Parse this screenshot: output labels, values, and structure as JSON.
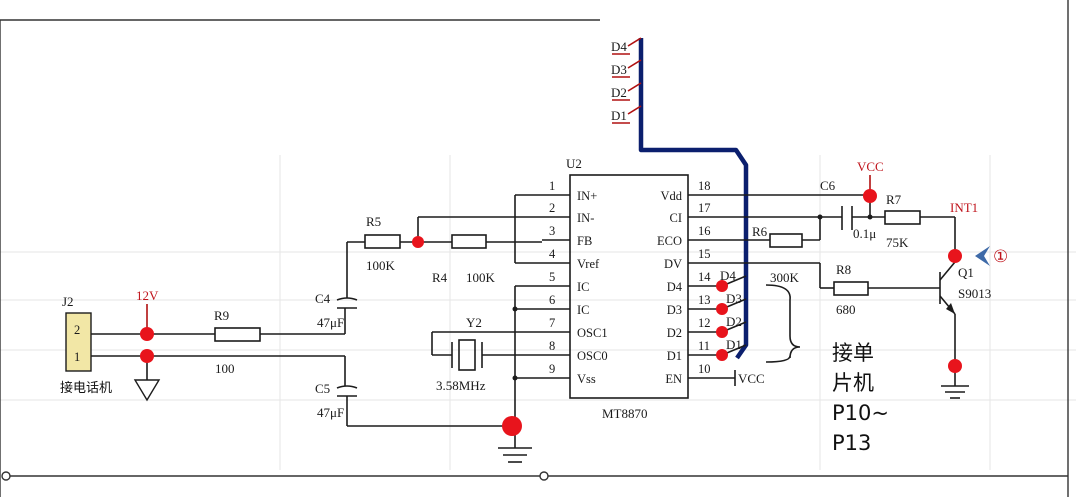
{
  "components": {
    "u2": {
      "ref": "U2",
      "part": "MT8870",
      "left_pins": [
        {
          "num": "1",
          "name": "IN+"
        },
        {
          "num": "2",
          "name": "IN-"
        },
        {
          "num": "3",
          "name": "FB"
        },
        {
          "num": "4",
          "name": "Vref"
        },
        {
          "num": "5",
          "name": "IC"
        },
        {
          "num": "6",
          "name": "IC"
        },
        {
          "num": "7",
          "name": "OSC1"
        },
        {
          "num": "8",
          "name": "OSC0"
        },
        {
          "num": "9",
          "name": "Vss"
        }
      ],
      "right_pins": [
        {
          "num": "18",
          "name": "Vdd"
        },
        {
          "num": "17",
          "name": "CI"
        },
        {
          "num": "16",
          "name": "ECO"
        },
        {
          "num": "15",
          "name": "DV"
        },
        {
          "num": "14",
          "name": "D4"
        },
        {
          "num": "13",
          "name": "D3"
        },
        {
          "num": "12",
          "name": "D2"
        },
        {
          "num": "11",
          "name": "D1"
        },
        {
          "num": "10",
          "name": "EN"
        }
      ]
    },
    "r5": {
      "ref": "R5",
      "value": "100K"
    },
    "r4": {
      "ref": "R4",
      "value": "100K"
    },
    "r9": {
      "ref": "R9",
      "value": "100"
    },
    "r6": {
      "ref": "R6",
      "value": "300K"
    },
    "r7": {
      "ref": "R7",
      "value": "75K"
    },
    "r8": {
      "ref": "R8",
      "value": "680"
    },
    "c4": {
      "ref": "C4",
      "value": "47μF"
    },
    "c5": {
      "ref": "C5",
      "value": "47μF"
    },
    "c6": {
      "ref": "C6",
      "value": "0.1μ"
    },
    "y2": {
      "ref": "Y2",
      "value": "3.58MHz"
    },
    "q1": {
      "ref": "Q1",
      "part": "S9013"
    },
    "j2": {
      "ref": "J2",
      "pin2": "2",
      "pin1": "1",
      "caption": "接电话机"
    }
  },
  "nets": {
    "bus_labels": [
      "D4",
      "D3",
      "D2",
      "D1"
    ],
    "pin_net_labels": [
      "D4",
      "D3",
      "D2",
      "D1"
    ],
    "v12": "12V",
    "vcc_top": "VCC",
    "vcc_en": "VCC",
    "int1": "INT1"
  },
  "annotations": {
    "marker": "①",
    "note_lines": [
      "接单",
      "片机",
      "P10~",
      "P13"
    ]
  },
  "colors": {
    "bus": "#0b1f6e",
    "junction_dot": "#e8141c",
    "net_label": "#c0141c",
    "arrow": "#3e6aa8"
  }
}
